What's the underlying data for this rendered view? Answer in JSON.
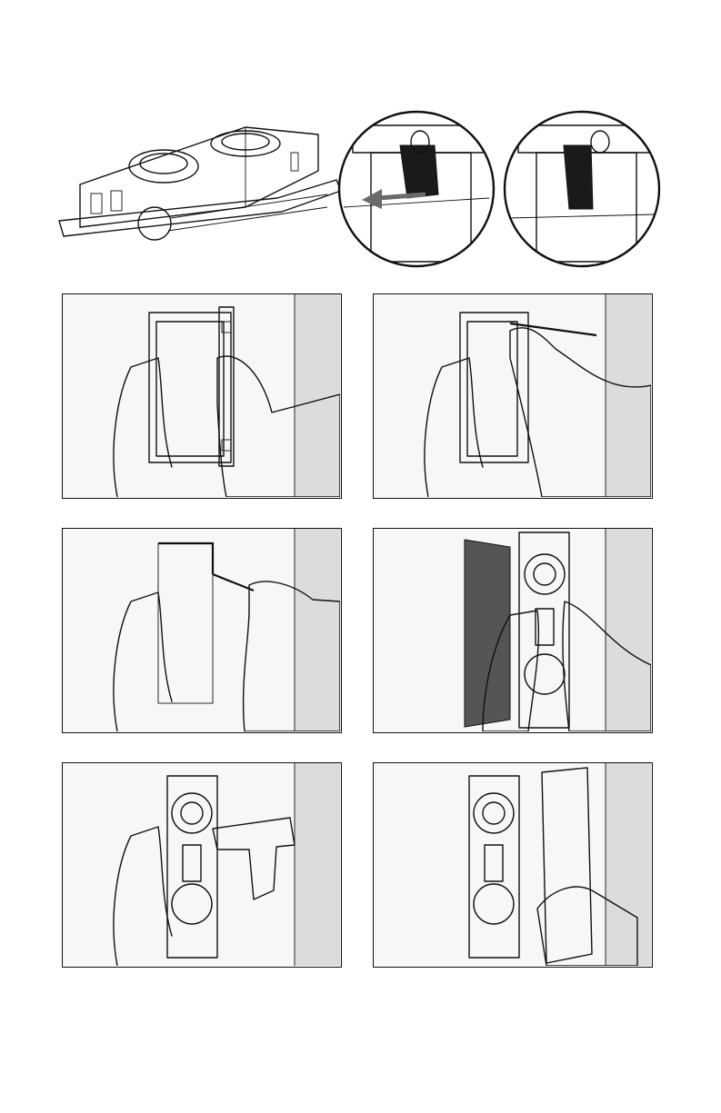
{
  "page": {
    "kind": "in-wall speaker installation instructions",
    "has_text": false
  },
  "figure_top": {
    "items": [
      "speaker-frame-overview",
      "detail-clamp-rotate",
      "detail-clamp-locked"
    ],
    "arrow": "rotate-clamp-left-arrow"
  },
  "steps": [
    {
      "id": 1,
      "action": "level-template-on-wall"
    },
    {
      "id": 2,
      "action": "trace-outline-with-pencil"
    },
    {
      "id": 3,
      "action": "cut-opening-with-drywall-saw"
    },
    {
      "id": 4,
      "action": "insert-speaker-into-wall"
    },
    {
      "id": 5,
      "action": "tighten-clamps-with-drill"
    },
    {
      "id": 6,
      "action": "attach-grille"
    }
  ],
  "colors": {
    "ink": "#111111",
    "wall": "#f7f7f7",
    "wall_edge": "#dcdcdc",
    "dark_cavity": "#555555",
    "clamp": "#1a1a1a"
  }
}
